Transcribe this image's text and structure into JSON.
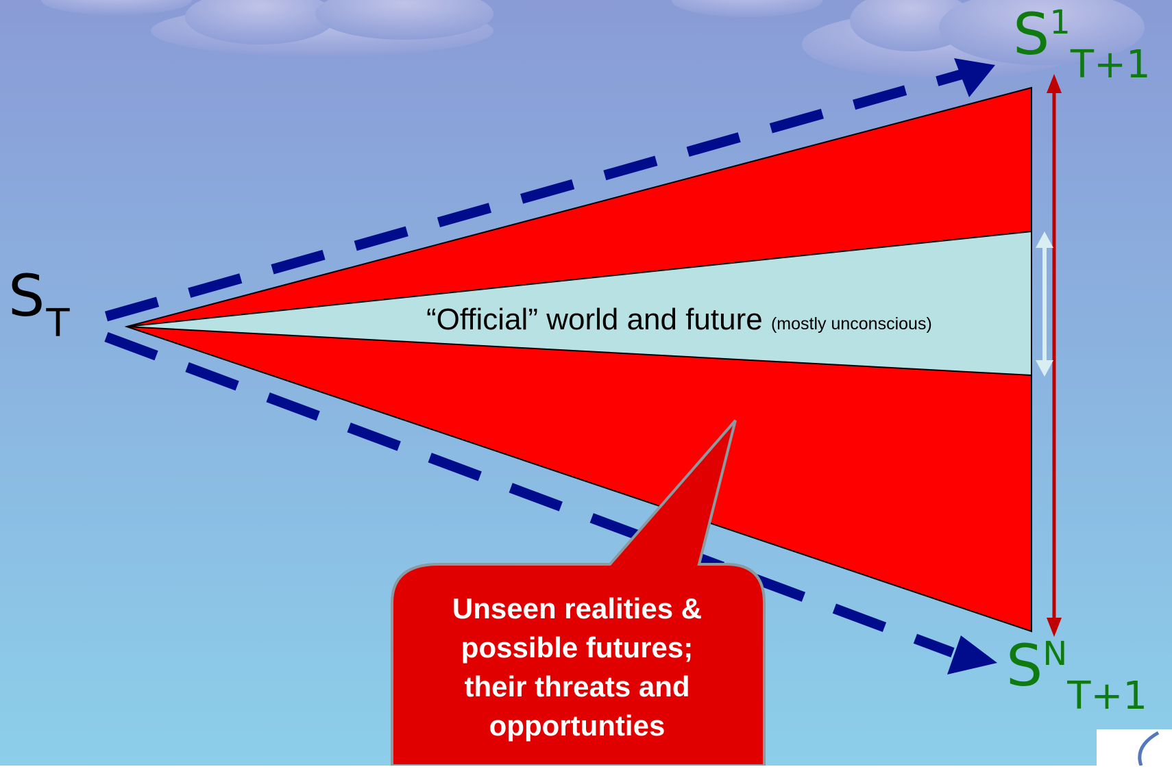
{
  "labels": {
    "start": {
      "main": "S",
      "sub": "T"
    },
    "top_end": {
      "main": "S",
      "sup": "1",
      "sub": "T+1"
    },
    "bottom_end": {
      "main": "S",
      "sup": "N",
      "sub": "T+1"
    }
  },
  "official": {
    "main": "“Official” world and future",
    "note": "(mostly unconscious)"
  },
  "callout": {
    "lines": [
      "Unseen realities &",
      "possible futures;",
      "their threats and",
      "opportunties"
    ]
  },
  "colors": {
    "sky_top": "#8a9bd6",
    "sky_bottom": "#8ccfea",
    "cone_red": "#ff0000",
    "official_band": "#b8e1e3",
    "dashed_arrow": "#000c8c",
    "range_arrow": "#c00000",
    "label_green": "#0f7a0f",
    "callout_red": "#e00000"
  }
}
